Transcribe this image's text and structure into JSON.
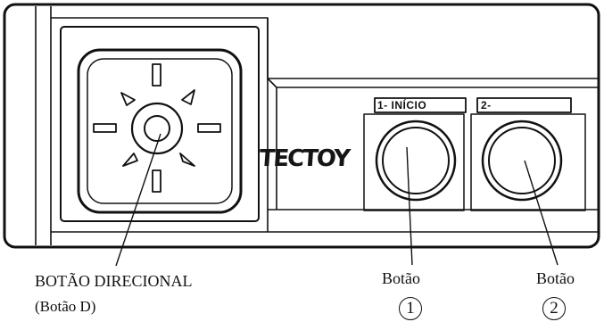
{
  "controller": {
    "logo_text": "TECTOY",
    "button1_panel_label": "1- INÍCIO",
    "button2_panel_label": "2-"
  },
  "callouts": {
    "dpad": {
      "line1": "BOTÃO DIRECIONAL",
      "line2": "(Botão D)"
    },
    "button1": {
      "word": "Botão",
      "number": "1"
    },
    "button2": {
      "word": "Botão",
      "number": "2"
    }
  }
}
